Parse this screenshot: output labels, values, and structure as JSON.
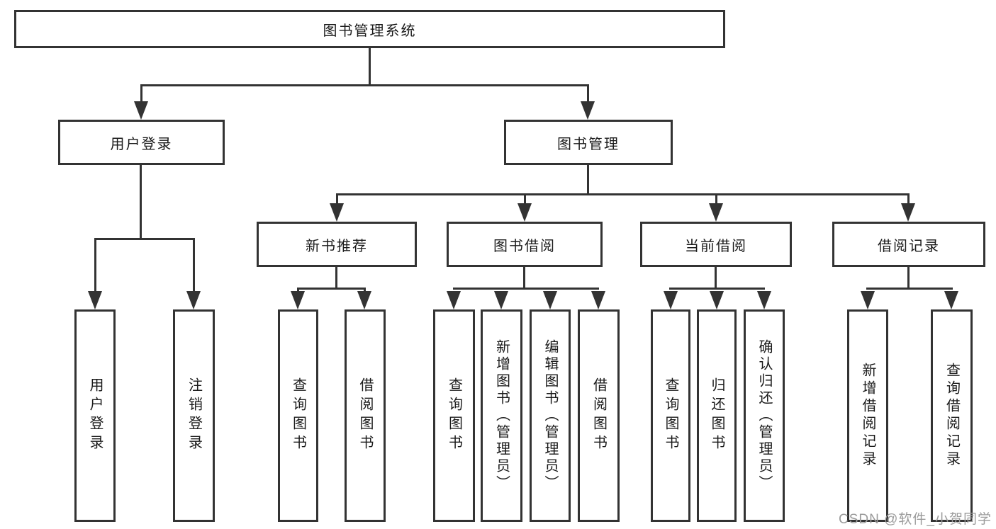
{
  "nodes": {
    "root": "图书管理系统",
    "userLogin": "用户登录",
    "bookManagement": "图书管理",
    "newBookRecommend": "新书推荐",
    "bookBorrowing": "图书借阅",
    "currentBorrowing": "当前借阅",
    "borrowingRecords": "借阅记录",
    "leafUserLogin": "用户登录",
    "leafLogout": "注销登录",
    "nbQuery": "查询图书",
    "nbBorrow": "借阅图书",
    "bbQuery": "查询图书",
    "bbAdd": "新增图书（管理员）",
    "bbEdit": "编辑图书（管理员）",
    "bbBorrow": "借阅图书",
    "cbQuery": "查询图书",
    "cbReturn": "归还图书",
    "cbConfirm": "确认归还（管理员）",
    "brAdd": "新增借阅记录",
    "brQuery": "查询借阅记录"
  },
  "watermark": "CSDN @软件_小贺同学",
  "colors": {
    "line": "#333333",
    "text": "#1a1a1a",
    "watermark": "#9b9b9b",
    "background": "#ffffff"
  }
}
